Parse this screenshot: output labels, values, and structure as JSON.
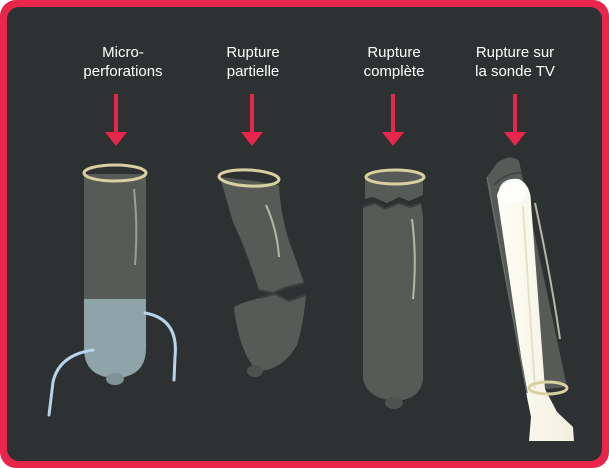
{
  "columns": [
    {
      "label": "Micro-\nperforations"
    },
    {
      "label": "Rupture\npartielle"
    },
    {
      "label": "Rupture\ncomplète"
    },
    {
      "label": "Rupture sur\nla sonde TV"
    }
  ],
  "colors": {
    "frame": "#e8254a",
    "background": "#2e3131",
    "arrow": "#e8254a",
    "condom_body": "#565b58",
    "condom_rim": "#d8d0a0",
    "fluid": "#8fa4a8",
    "fluid_lines": "#b6d4ea",
    "probe": "#fdfcf2"
  }
}
